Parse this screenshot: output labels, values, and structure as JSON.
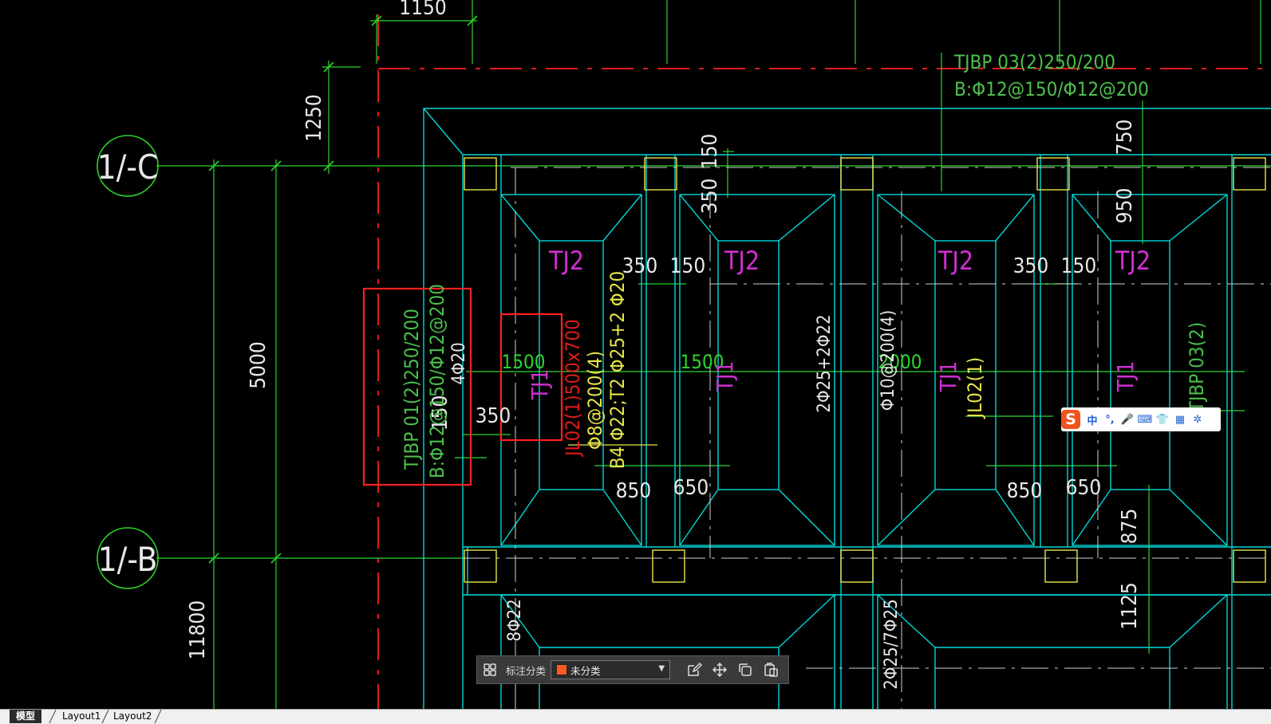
{
  "drawing": {
    "grids": [
      {
        "label": "1/-C"
      },
      {
        "label": "1/-B"
      }
    ],
    "dimensions": [
      "1150",
      "1250",
      "5000",
      "11800",
      "150",
      "350",
      "350",
      "150",
      "350",
      "150",
      "1500",
      "1500",
      "350",
      "850",
      "650",
      "850",
      "650",
      "750",
      "950",
      "875",
      "1125",
      "150",
      "1500",
      "2000"
    ],
    "annotations": {
      "tjbp03_top": "TJBP 03(2)250/200",
      "tjbp03_top_b": "B:Φ12@150/Φ12@200",
      "tjbp01": "TJBP 01(2)250/200",
      "tjbp01_b": "B:Φ12@150/Φ12@200",
      "jl02_1": "JL02(1)500x700",
      "jl02_stirrup": "Φ8@200(4)",
      "jl02_bars": "B4 Φ22;T2 Φ25+2 Φ20",
      "rebar_2_25_22": "2Φ25+2Φ22",
      "stirrup_10": "Φ10@200(4)",
      "jl02_1b": "JL02(1)",
      "tjbp03_right": "TJBP 03(2)",
      "rebar_8_22": "8Φ22",
      "rebar_2_25_7": "2Φ25/7Φ25",
      "rebar_4_20": "4Φ20",
      "tj2": "TJ2",
      "tj1": "TJ1"
    }
  },
  "annotation_toolbar": {
    "category_label": "标注分类",
    "selected_category": "未分类",
    "category_color": "#ff5a1f"
  },
  "ime": {
    "logo": "S",
    "items": [
      "中",
      "°,",
      "🎤",
      "⌨",
      "👕",
      "▦",
      "✲"
    ]
  },
  "tabs": [
    {
      "label": "模型",
      "active": true
    },
    {
      "label": "Layout1",
      "active": false
    },
    {
      "label": "Layout2",
      "active": false
    }
  ],
  "colors": {
    "cyan": "#00d7d7",
    "green": "#2cd62c",
    "red": "#e01b1b",
    "yellow": "#e6e64a",
    "magenta": "#d02fd0",
    "white": "#d8d8d8",
    "annot_green": "#4cc04c"
  }
}
